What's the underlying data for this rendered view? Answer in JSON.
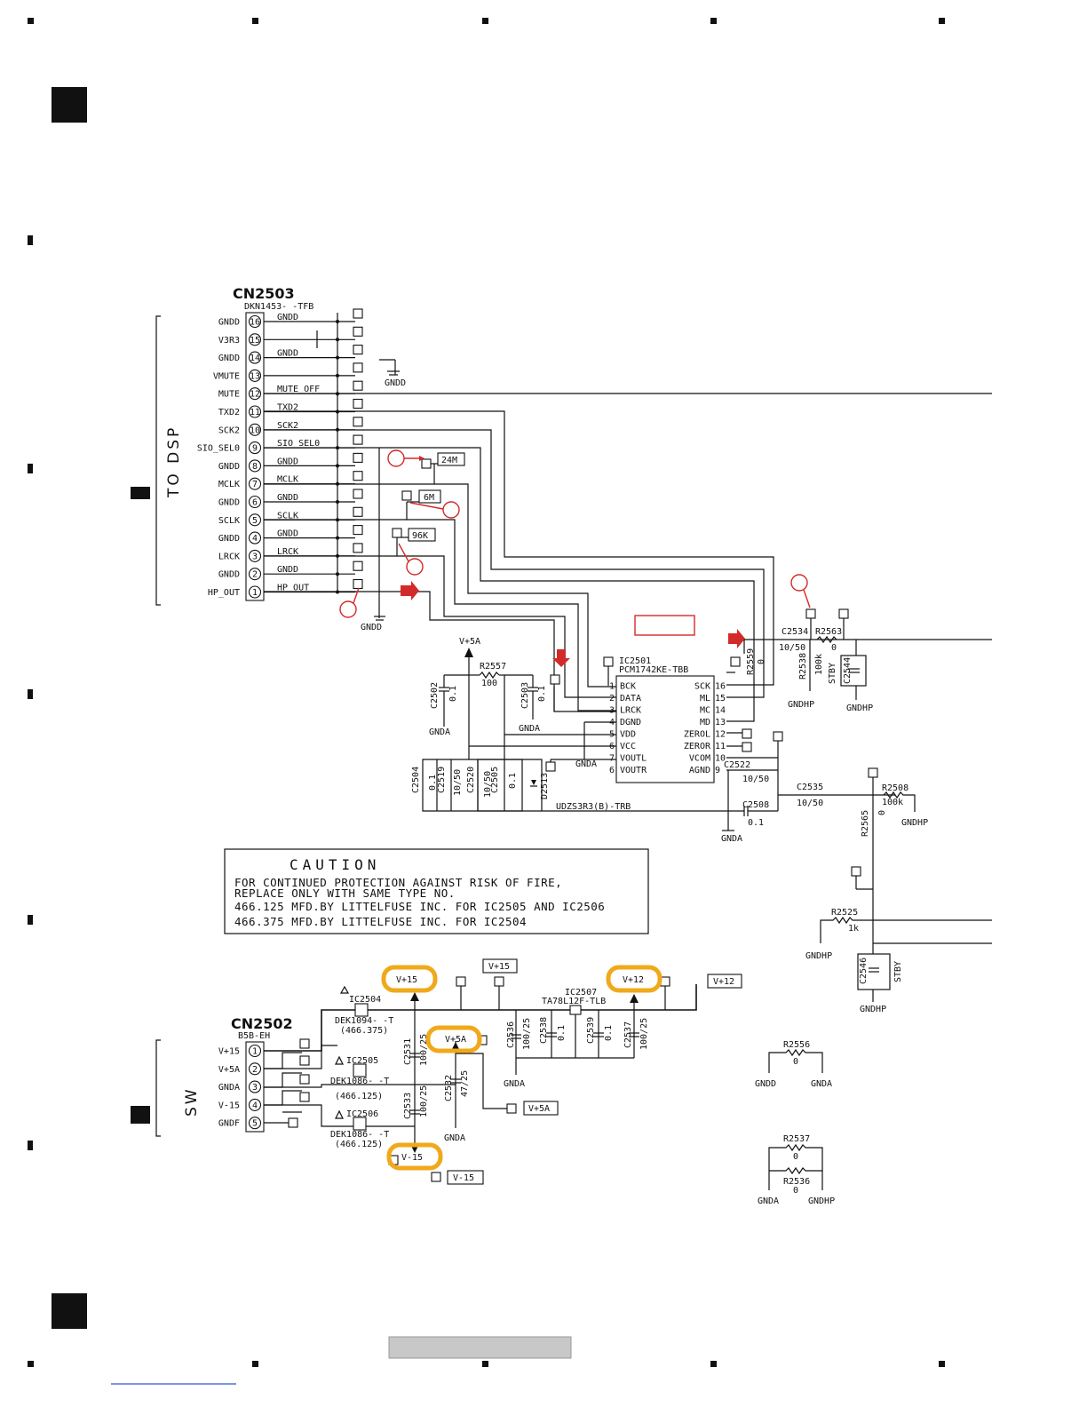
{
  "connectors": {
    "dsp": {
      "ref": "CN2503",
      "part": "DKN1453- -TFB",
      "side_label": "TO DSP",
      "pins": [
        {
          "num": "16",
          "name": "GNDD",
          "net": "GNDD"
        },
        {
          "num": "15",
          "name": "V3R3",
          "net": ""
        },
        {
          "num": "14",
          "name": "GNDD",
          "net": "GNDD"
        },
        {
          "num": "13",
          "name": "VMUTE",
          "net": ""
        },
        {
          "num": "12",
          "name": "MUTE",
          "net": "MUTE_OFF"
        },
        {
          "num": "11",
          "name": "TXD2",
          "net": "TXD2"
        },
        {
          "num": "10",
          "name": "SCK2",
          "net": "SCK2"
        },
        {
          "num": "9",
          "name": "SIO_SEL0",
          "net": "SIO_SEL0"
        },
        {
          "num": "8",
          "name": "GNDD",
          "net": "GNDD"
        },
        {
          "num": "7",
          "name": "MCLK",
          "net": "MCLK"
        },
        {
          "num": "6",
          "name": "GNDD",
          "net": "GNDD"
        },
        {
          "num": "5",
          "name": "SCLK",
          "net": "SCLK"
        },
        {
          "num": "4",
          "name": "GNDD",
          "net": "GNDD"
        },
        {
          "num": "3",
          "name": "LRCK",
          "net": "LRCK"
        },
        {
          "num": "2",
          "name": "GNDD",
          "net": "GNDD"
        },
        {
          "num": "1",
          "name": "HP_OUT",
          "net": "HP_OUT"
        }
      ]
    },
    "sw": {
      "ref": "CN2502",
      "part": "B5B-EH",
      "side_label": "SW",
      "pins": [
        {
          "num": "1",
          "name": "V+15"
        },
        {
          "num": "2",
          "name": "V+5A"
        },
        {
          "num": "3",
          "name": "GNDA"
        },
        {
          "num": "4",
          "name": "V-15"
        },
        {
          "num": "5",
          "name": "GNDF"
        }
      ]
    }
  },
  "ic": {
    "ref": "IC2501",
    "part": "PCM1742KE-TBB",
    "left_pins": [
      {
        "num": "1",
        "name": "BCK"
      },
      {
        "num": "2",
        "name": "DATA"
      },
      {
        "num": "3",
        "name": "LRCK"
      },
      {
        "num": "4",
        "name": "DGND"
      },
      {
        "num": "5",
        "name": "VDD"
      },
      {
        "num": "6",
        "name": "VCC"
      },
      {
        "num": "7",
        "name": "VOUTL"
      },
      {
        "num": "6",
        "name": "VOUTR"
      }
    ],
    "right_pins": [
      {
        "num": "16",
        "name": "SCK"
      },
      {
        "num": "15",
        "name": "ML"
      },
      {
        "num": "14",
        "name": "MC"
      },
      {
        "num": "13",
        "name": "MD"
      },
      {
        "num": "12",
        "name": "ZEROL"
      },
      {
        "num": "11",
        "name": "ZEROR"
      },
      {
        "num": "10",
        "name": "VCOM"
      },
      {
        "num": "9",
        "name": "AGND"
      }
    ]
  },
  "test_points": {
    "tp_24m": "24M",
    "tp_6m": "6M",
    "tp_96k": "96K"
  },
  "components": {
    "r2557": {
      "ref": "R2557",
      "val": "100"
    },
    "r2559": {
      "ref": "R2559",
      "val": "0"
    },
    "r2563": {
      "ref": "R2563",
      "val": "0"
    },
    "r2538": {
      "ref": "R2538",
      "val": "100k"
    },
    "r2508": {
      "ref": "R2508",
      "val": "100k"
    },
    "r2565": {
      "ref": "R2565",
      "val": "0"
    },
    "r2525": {
      "ref": "R2525",
      "val": "1k"
    },
    "r2556": {
      "ref": "R2556",
      "val": "0"
    },
    "r2537": {
      "ref": "R2537",
      "val": "0"
    },
    "r2536": {
      "ref": "R2536",
      "val": "0"
    },
    "c2534": {
      "ref": "C2534",
      "val": "10/50"
    },
    "c2544": {
      "ref": "C2544"
    },
    "c2502": {
      "ref": "C2502",
      "val": "0.1"
    },
    "c2503": {
      "ref": "C2503",
      "val": "0.1"
    },
    "c2504": {
      "ref": "C2504"
    },
    "c2519": {
      "ref": "C2519",
      "val": "0.1"
    },
    "c2520": {
      "ref": "C2520",
      "val": "10/50"
    },
    "c2505": {
      "ref": "C2505",
      "val": "10/50"
    },
    "c2505b": {
      "val": "0.1"
    },
    "c2522": {
      "ref": "C2522",
      "val": "10/50"
    },
    "c2508": {
      "ref": "C2508",
      "val": "0.1"
    },
    "c2535": {
      "ref": "C2535",
      "val": "10/50"
    },
    "c2546": {
      "ref": "C2546"
    },
    "d2513": {
      "ref": "D2513",
      "part": "UDZS3R3(B)-TRB"
    },
    "c2531": {
      "ref": "C2531",
      "val": "100/25"
    },
    "c2532": {
      "ref": "C2532",
      "val": "47/25"
    },
    "c2533": {
      "ref": "C2533",
      "val": "100/25"
    },
    "c2536": {
      "ref": "C2536",
      "val": "100/25"
    },
    "c2538": {
      "ref": "C2538",
      "val": "0.1"
    },
    "c2539": {
      "ref": "C2539",
      "val": "0.1"
    },
    "c2537": {
      "ref": "C2537",
      "val": "100/25"
    },
    "ic2504": {
      "ref": "IC2504",
      "part": "DEK1094- -T",
      "note": "(466.375)"
    },
    "ic2505": {
      "ref": "IC2505",
      "part": "DEK1086- -T",
      "note": "(466.125)"
    },
    "ic2506": {
      "ref": "IC2506",
      "part": "DEK1086- -T",
      "note": "(466.125)"
    },
    "ic2507": {
      "ref": "IC2507",
      "part": "TA78L12F-TLB"
    }
  },
  "nets": {
    "gndd": "GNDD",
    "gnda": "GNDA",
    "gndhp": "GNDHP",
    "stby": "STBY",
    "v5a": "V+5A",
    "v15": "V+15",
    "vm15": "V-15",
    "v12": "V+12"
  },
  "caution": {
    "title": "CAUTION",
    "lines": [
      "FOR CONTINUED PROTECTION AGAINST RISK OF FIRE,",
      "REPLACE ONLY WITH SAME TYPE NO.",
      "466.125    MFD.BY LITTELFUSE INC. FOR IC2505 AND IC2506",
      "466.375    MFD.BY LITTELFUSE INC. FOR IC2504"
    ]
  },
  "colors": {
    "highlight": "#f0a91b",
    "marker_red": "#d22a2a",
    "line": "#111111"
  }
}
